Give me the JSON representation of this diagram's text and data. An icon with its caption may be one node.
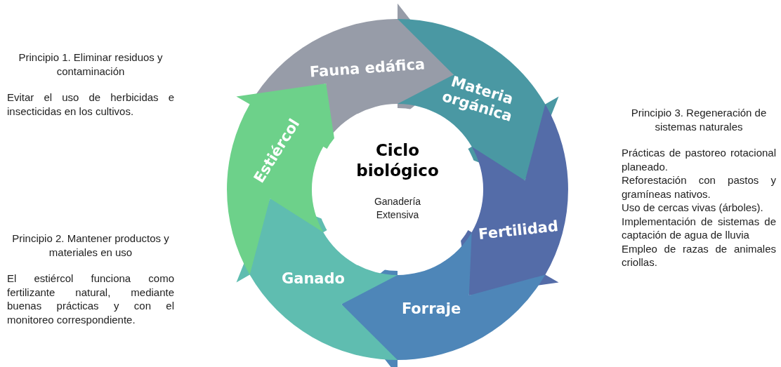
{
  "diagram": {
    "nodes": [
      {
        "text": [
          "Fauna edáfica"
        ]
      },
      {
        "text": [
          "Materia orgánica"
        ]
      },
      {
        "text": [
          "Fertilidad"
        ]
      },
      {
        "text": [
          "Forraje"
        ]
      },
      {
        "text": [
          "Ganado"
        ]
      },
      {
        "text": [
          "Estiércol"
        ]
      },
      {
        "text": [
          "Ciclo biológico",
          "Ganadería Extensiva"
        ]
      }
    ],
    "labels": [
      "Principio 1. Eliminar residuos y contaminación",
      "Evitar el uso de herbicidas e insecticidas en los cultivos.",
      "Principio 2. Mantener productos y materiales en uso",
      "El estiércol funciona como fertilizante natural, mediante buenas prácticas y con el monitoreo correspondiente.",
      "Principio 3. Regeneración de sistemas naturales",
      "Prácticas de pastoreo rotacional planeado.",
      "Reforestación con pastos y gramíneas nativos.",
      "Uso de cercas vivas (árboles).",
      "Implementación de sistemas de captación de agua de lluvia",
      "Empleo de razas de animales criollas."
    ]
  }
}
